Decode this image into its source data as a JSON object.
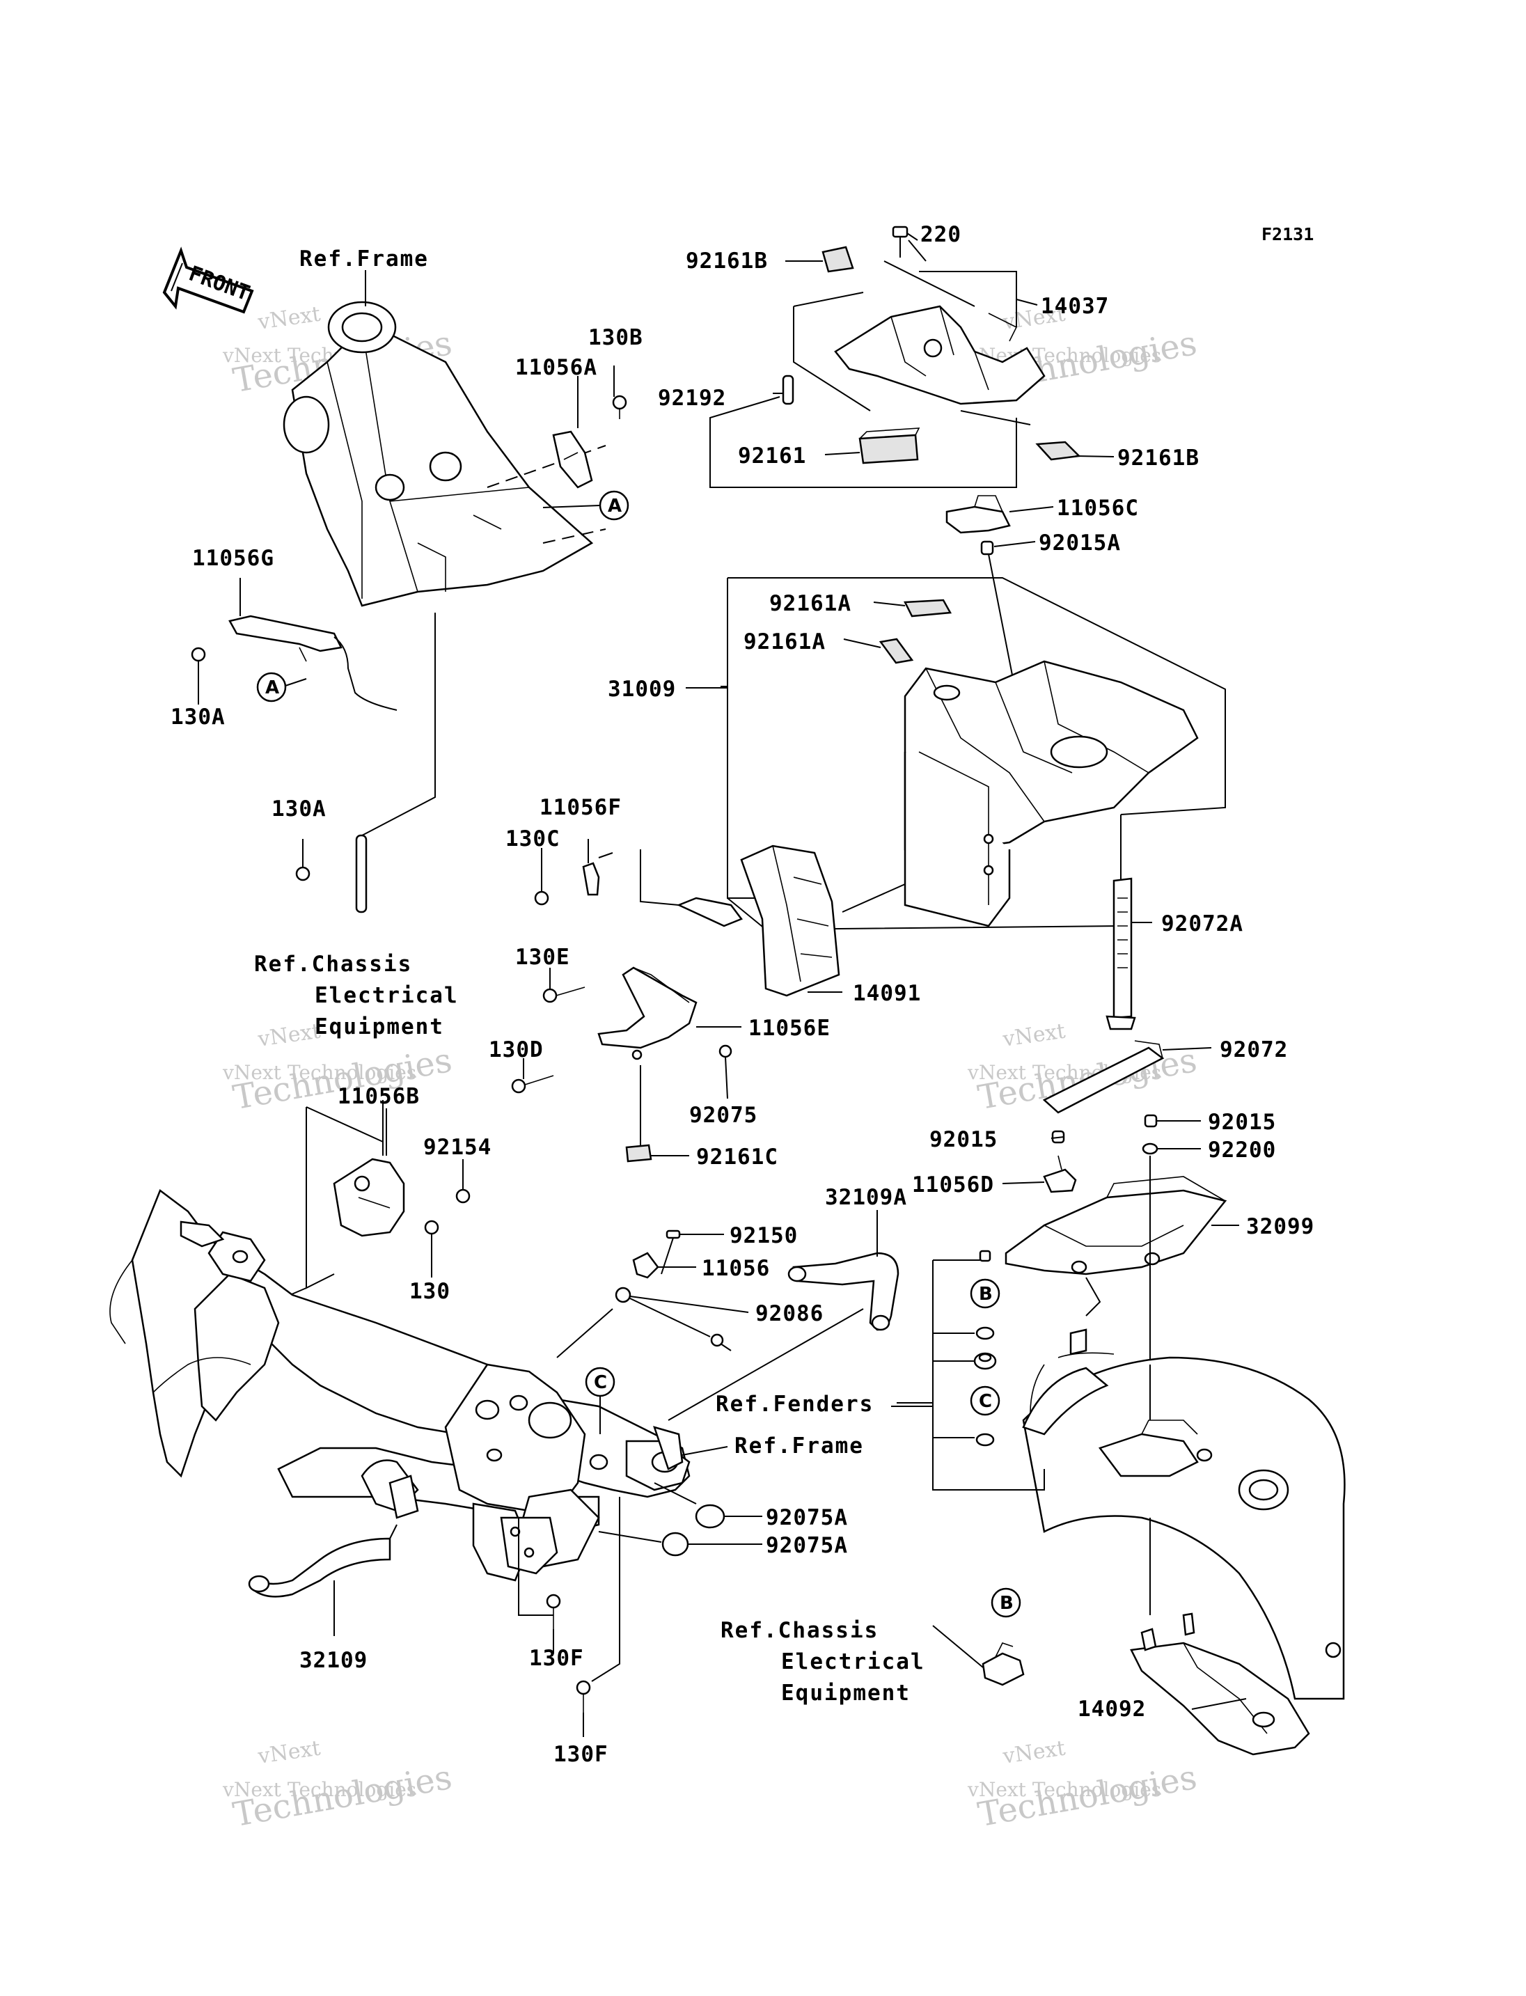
{
  "diagram_code": "F2131",
  "front_arrow": {
    "label": "FRONT"
  },
  "watermark": {
    "line1": "vNext Technologies",
    "line2": "Technologies",
    "line3": "vNext"
  },
  "references": {
    "ref_frame_top": "Ref.Frame",
    "ref_chassis_1": "Ref.Chassis",
    "ref_chassis_1b": "Electrical",
    "ref_chassis_1c": "Equipment",
    "ref_fenders": "Ref.Fenders",
    "ref_frame_bottom": "Ref.Frame",
    "ref_chassis_2": "Ref.Chassis",
    "ref_chassis_2b": "Electrical",
    "ref_chassis_2c": "Equipment"
  },
  "callouts": {
    "a": "A",
    "b": "B",
    "c": "C"
  },
  "parts": {
    "p130B": "130B",
    "p11056A": "11056A",
    "p11056G": "11056G",
    "p130A_1": "130A",
    "p130A_2": "130A",
    "p220": "220",
    "p92161B_1": "92161B",
    "p14037": "14037",
    "p92192": "92192",
    "p92161": "92161",
    "p92161B_2": "92161B",
    "p11056C": "11056C",
    "p92015A": "92015A",
    "p92161A_1": "92161A",
    "p92161A_2": "92161A",
    "p31009": "31009",
    "p11056F": "11056F",
    "p130C": "130C",
    "p130E": "130E",
    "p14091": "14091",
    "p11056E": "11056E",
    "p130D": "130D",
    "p92075": "92075",
    "p92072A": "92072A",
    "p92072": "92072",
    "p11056B": "11056B",
    "p92154": "92154",
    "p92161C": "92161C",
    "p130": "130",
    "p92015_1": "92015",
    "p92015_2": "92015",
    "p92200": "92200",
    "p11056D": "11056D",
    "p32099": "32099",
    "p92150": "92150",
    "p32109A": "32109A",
    "p11056": "11056",
    "p92086": "92086",
    "p92075A_1": "92075A",
    "p92075A_2": "92075A",
    "p32109": "32109",
    "p130F_1": "130F",
    "p130F_2": "130F",
    "p14092": "14092"
  }
}
